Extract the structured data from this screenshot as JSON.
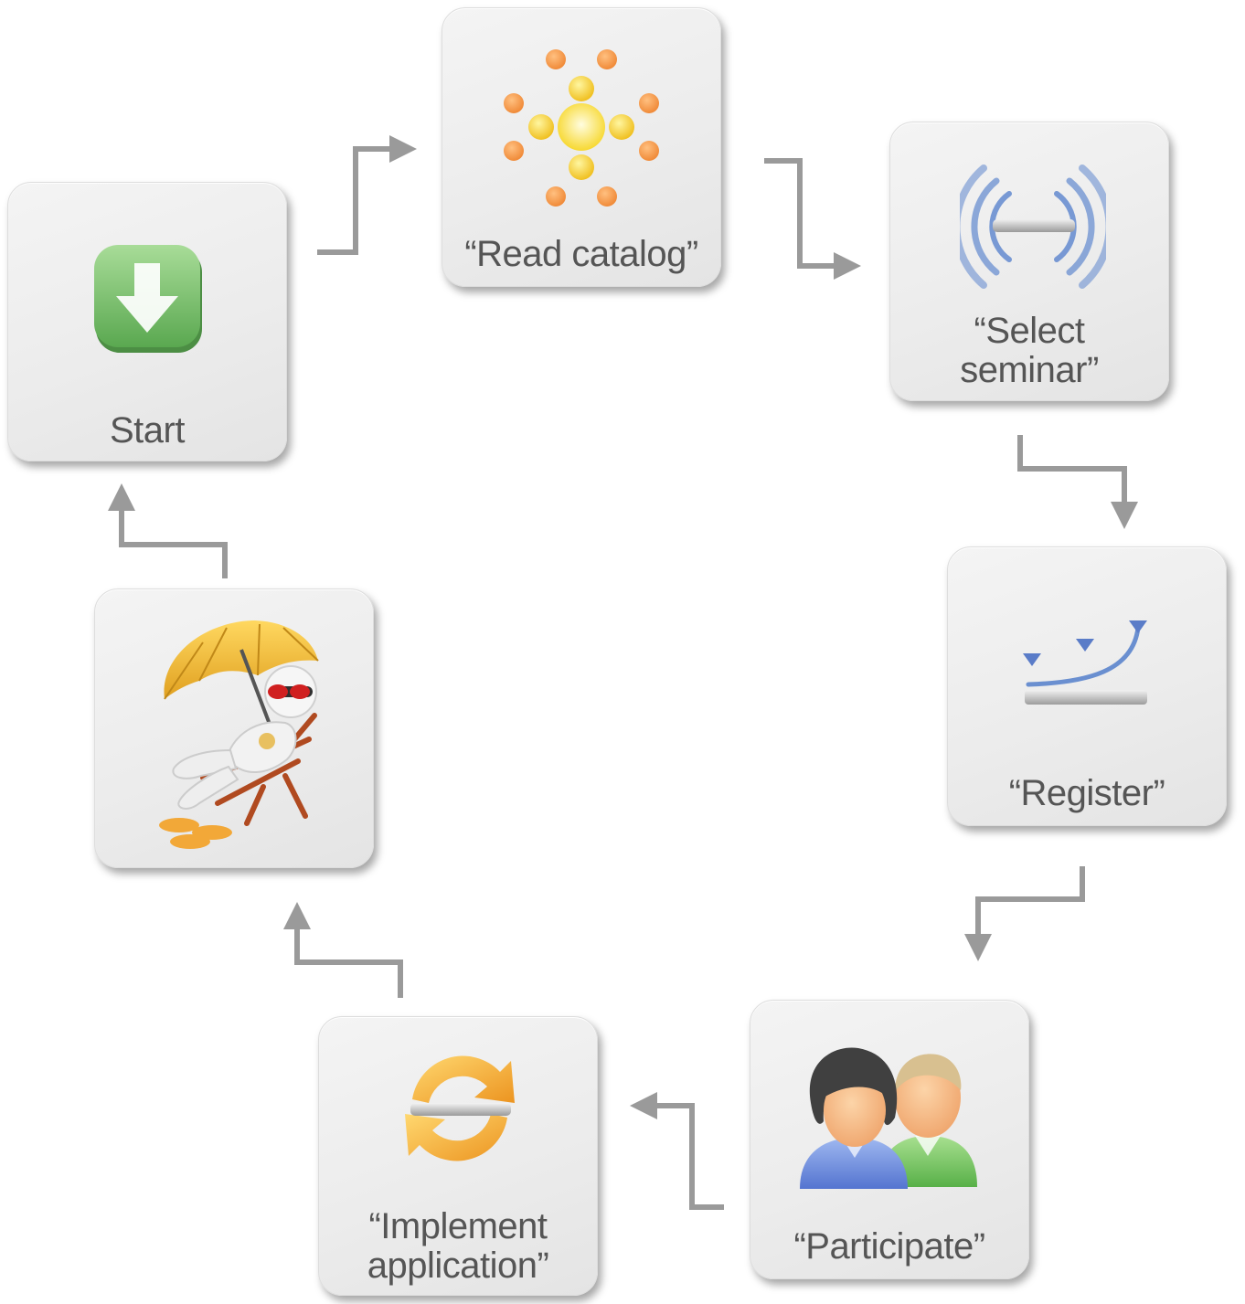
{
  "steps": {
    "start": {
      "label": "Start",
      "icon": "green-download-arrow-icon"
    },
    "read_catalog": {
      "label": "“Read catalog”",
      "icon": "sun-burst-icon"
    },
    "select_seminar": {
      "line1": "“Select",
      "line2": "seminar”",
      "icon": "radio-waves-icon"
    },
    "register": {
      "label": "“Register”",
      "icon": "trajectory-curve-icon"
    },
    "participate": {
      "label": "“Participate”",
      "icon": "two-people-icon"
    },
    "implement_application": {
      "line1": "“Implement",
      "line2": "application”",
      "icon": "refresh-cycle-icon"
    },
    "relax": {
      "icon": "beach-chair-figure-icon"
    }
  },
  "colors": {
    "card_bg": "#ececec",
    "label": "#555555",
    "connector": "#999999",
    "start_icon_green": "#78c070",
    "sun_orange": "#f4a050",
    "sun_yellow": "#f8e048",
    "wave_blue": "#6a8fd0",
    "cycle_orange": "#f2a830"
  }
}
